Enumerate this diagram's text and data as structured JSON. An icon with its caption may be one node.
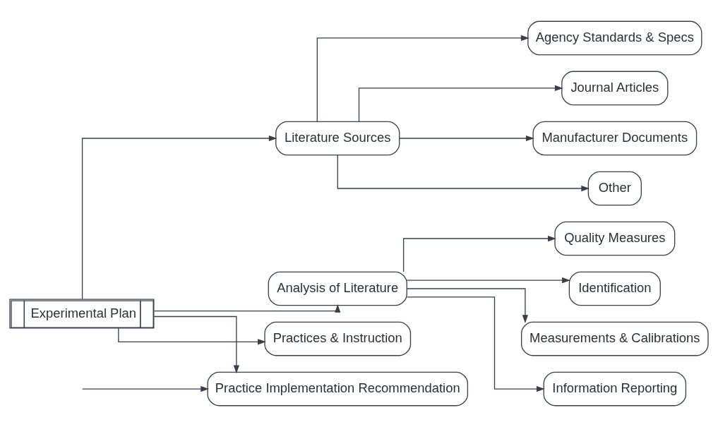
{
  "diagram": {
    "nodes": [
      {
        "text": [
          "Experimental Plan"
        ]
      },
      {
        "text": [
          "Literature Sources"
        ]
      },
      {
        "text": [
          "Agency Standards & Specs"
        ]
      },
      {
        "text": [
          "Journal Articles"
        ]
      },
      {
        "text": [
          "Manufacturer Documents"
        ]
      },
      {
        "text": [
          "Other"
        ]
      },
      {
        "text": [
          "Analysis of Literature"
        ]
      },
      {
        "text": [
          "Quality Measures"
        ]
      },
      {
        "text": [
          "Identification"
        ]
      },
      {
        "text": [
          "Measurements & Calibrations"
        ]
      },
      {
        "text": [
          "Information Reporting"
        ]
      },
      {
        "text": [
          "Practices & Instruction"
        ]
      },
      {
        "text": [
          "Practice Implementation Recommendation"
        ]
      }
    ],
    "edges": [
      {
        "from": 0,
        "to": 1,
        "arrow": "to"
      },
      {
        "from": 1,
        "to": 2,
        "arrow": "to"
      },
      {
        "from": 1,
        "to": 3,
        "arrow": "to"
      },
      {
        "from": 1,
        "to": 4,
        "arrow": "to"
      },
      {
        "from": 1,
        "to": 5,
        "arrow": "to"
      },
      {
        "from": 0,
        "to": 6,
        "arrow": "to"
      },
      {
        "from": 6,
        "to": 7,
        "arrow": "to"
      },
      {
        "from": 6,
        "to": 8,
        "arrow": "to"
      },
      {
        "from": 6,
        "to": 9,
        "arrow": "to"
      },
      {
        "from": 6,
        "to": 10,
        "arrow": "to"
      },
      {
        "from": 0,
        "to": 11,
        "arrow": "to"
      },
      {
        "from": 0,
        "to": 12,
        "arrow": "to"
      },
      {
        "from": null,
        "to": 12,
        "arrow": "to"
      }
    ]
  }
}
